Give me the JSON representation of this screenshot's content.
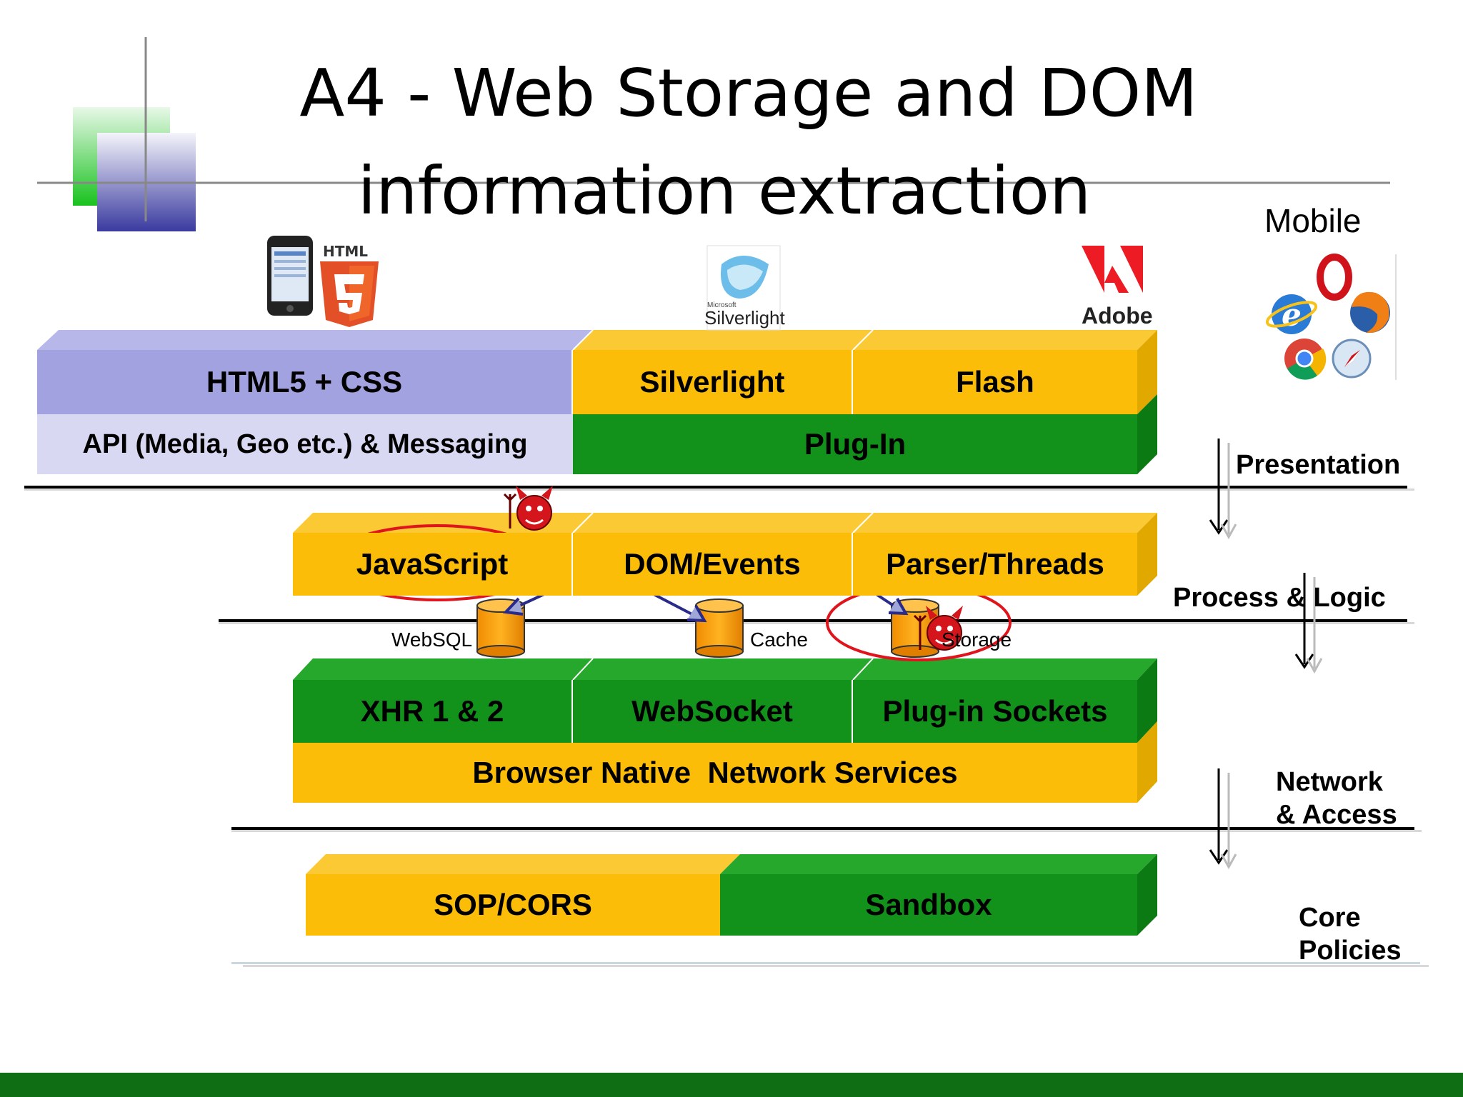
{
  "title": {
    "line1": "A4 - Web Storage and DOM",
    "line2": "information extraction"
  },
  "logos": {
    "html5_label": "HTML",
    "silverlight_small": "Microsoft",
    "silverlight": "Silverlight",
    "adobe": "Adobe",
    "mobile": "Mobile"
  },
  "layers": {
    "presentation": {
      "html5_css": "HTML5 + CSS",
      "silverlight": "Silverlight",
      "flash": "Flash",
      "api": "API (Media, Geo etc.) & Messaging",
      "plugin": "Plug-In",
      "label": "Presentation"
    },
    "logic": {
      "javascript": "JavaScript",
      "dom_events": "DOM/Events",
      "parser_threads": "Parser/Threads",
      "label": "Process & Logic",
      "storage_websql": "WebSQL",
      "storage_cache": "Cache",
      "storage_local": "Storage"
    },
    "network": {
      "xhr": "XHR 1 & 2",
      "websocket": "WebSocket",
      "plugin_sockets": "Plug-in Sockets",
      "native": "Browser Native  Network Services",
      "label_line1": "Network",
      "label_line2": "& Access"
    },
    "core": {
      "sop_cors": "SOP/CORS",
      "sandbox": "Sandbox",
      "label_line1": "Core",
      "label_line2": "Policies"
    }
  },
  "colors": {
    "gold": "#fbbd08",
    "green": "#12911b",
    "lavender": "#a3a2e0",
    "footer": "#0f6e14",
    "highlight": "#e0141c"
  }
}
